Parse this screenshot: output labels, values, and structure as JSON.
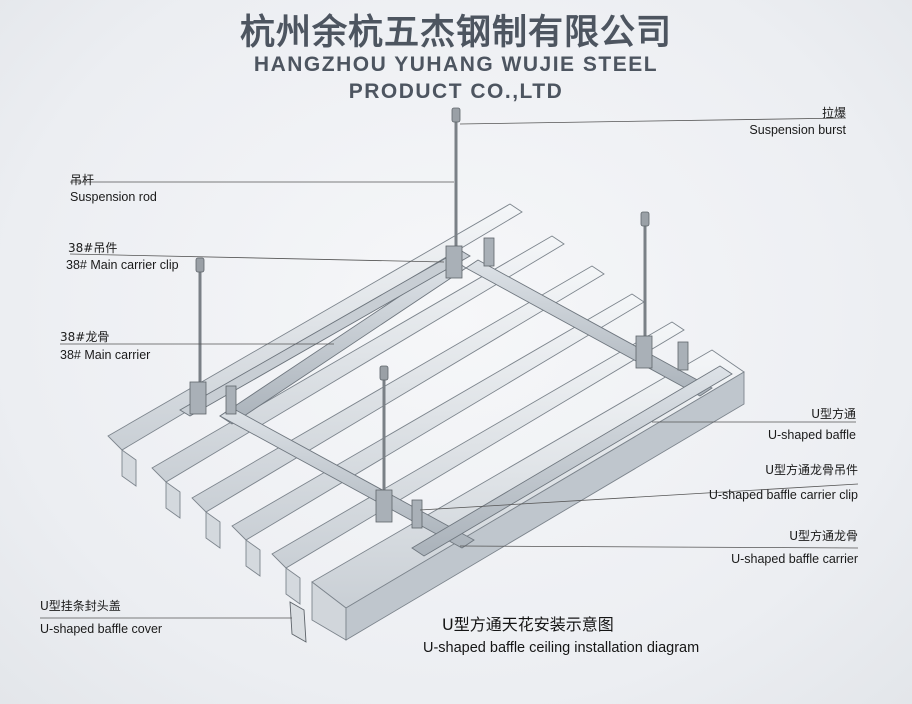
{
  "company": {
    "name_cn": "杭州余杭五杰钢制有限公司",
    "name_en_line1": "HANGZHOU YUHANG WUJIE STEEL",
    "name_en_line2": "PRODUCT CO.,LTD"
  },
  "labels": {
    "suspension_burst": {
      "cn": "拉爆",
      "en": "Suspension burst"
    },
    "suspension_rod": {
      "cn": "吊杆",
      "en": "Suspension rod"
    },
    "main_carrier_clip": {
      "cn": "38#吊件",
      "en": "38# Main carrier clip"
    },
    "main_carrier": {
      "cn": "38#龙骨",
      "en": "38#  Main carrier"
    },
    "u_shaped_baffle": {
      "cn": "U型方通",
      "en": "U-shaped baffle"
    },
    "u_baffle_carrier_clip": {
      "cn": "U型方通龙骨吊件",
      "en": "U-shaped baffle carrier clip"
    },
    "u_baffle_carrier": {
      "cn": "U型方通龙骨",
      "en": "U-shaped baffle carrier"
    },
    "u_baffle_cover": {
      "cn": "U型挂条封头盖",
      "en": "U-shaped baffle cover"
    }
  },
  "diagram_title": {
    "cn": "U型方通天花安装示意图",
    "en": "U-shaped baffle ceiling installation diagram"
  },
  "colors": {
    "steel": "#b9c0c7",
    "steel_dark": "#7d858d",
    "rod": "#8a8f94",
    "leader": "#555555"
  }
}
